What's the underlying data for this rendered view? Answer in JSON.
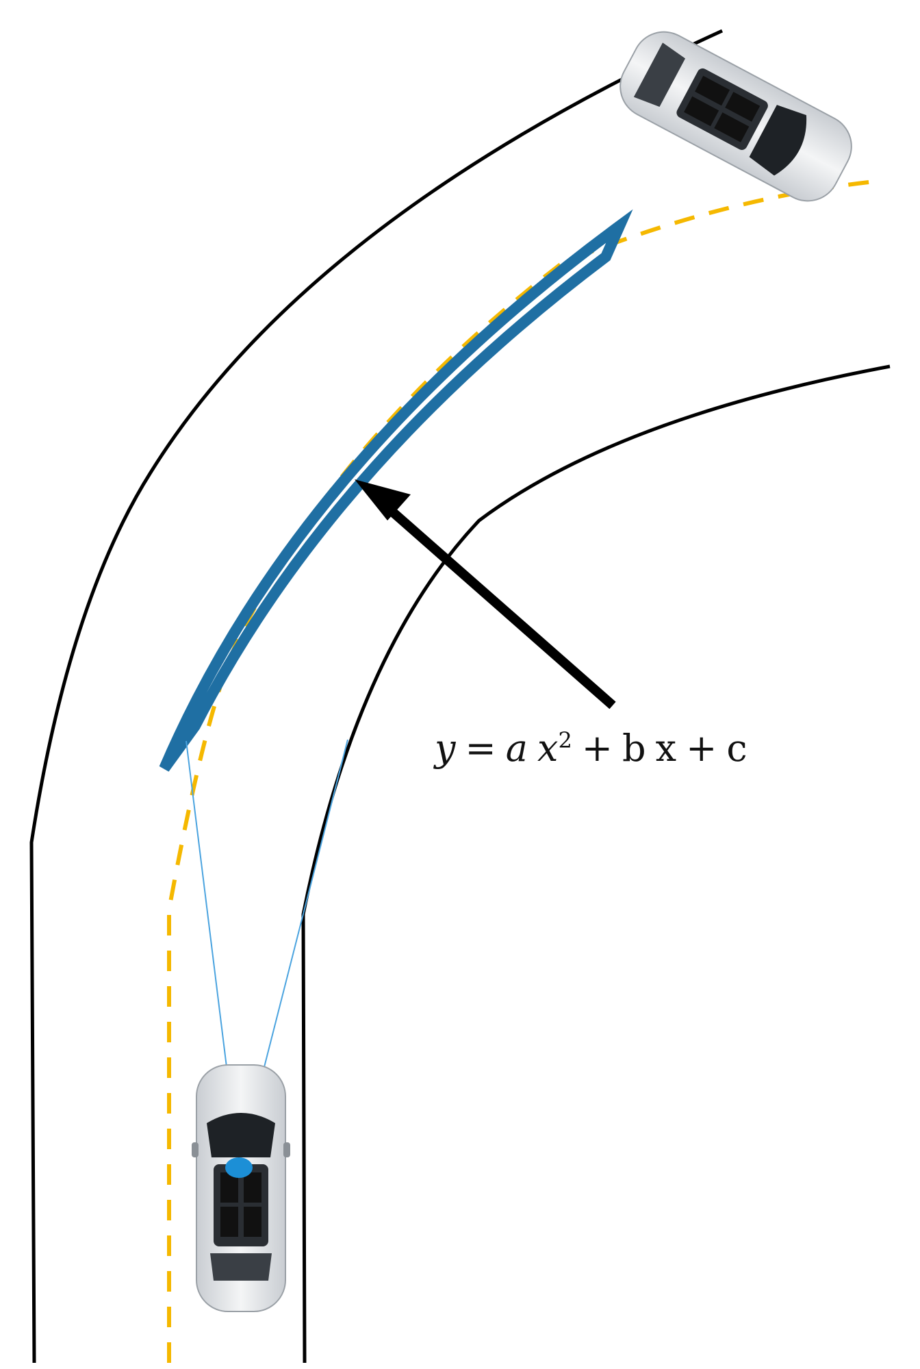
{
  "equation": {
    "lhs": "y",
    "equals": "=",
    "a": "a",
    "x1": "x",
    "exponent": "2",
    "plus1": "+",
    "b": "b",
    "x2": "x",
    "plus2": "+",
    "c": "c"
  },
  "colors": {
    "road_edge": "#000000",
    "center_line": "#f5b800",
    "lane_estimate": "#1f6fa3",
    "camera_rays": "#4aa3df",
    "camera": "#1c8fd6",
    "arrow": "#000000"
  },
  "icons": {
    "ego_vehicle": "car-top-view-icon",
    "other_vehicle": "car-top-view-icon",
    "camera": "camera-dot-icon"
  }
}
